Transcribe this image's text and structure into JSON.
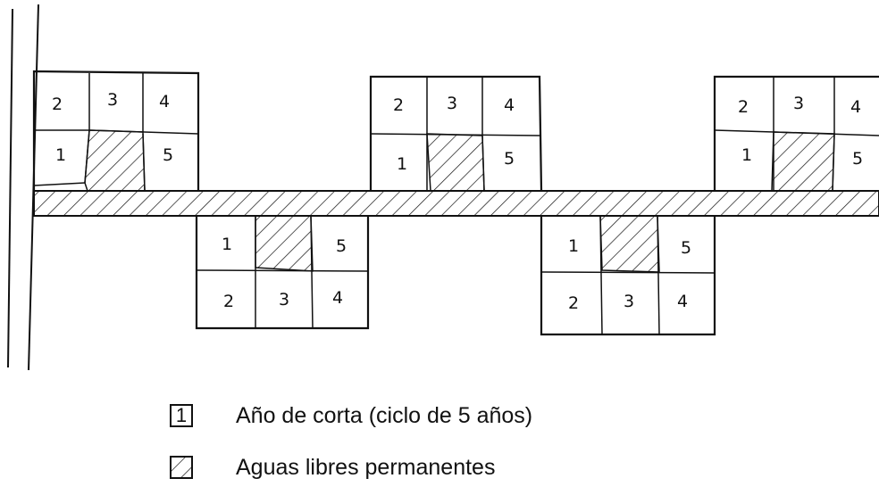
{
  "diagram": {
    "upper_plots": [
      {
        "top_row": [
          "2",
          "3",
          "4"
        ],
        "left": "1",
        "right": "5"
      },
      {
        "top_row": [
          "2",
          "3",
          "4"
        ],
        "left": "1",
        "right": "5"
      },
      {
        "top_row": [
          "2",
          "3",
          "4"
        ],
        "left": "1",
        "right": "5"
      }
    ],
    "lower_plots": [
      {
        "left": "1",
        "right": "5",
        "bottom_row": [
          "2",
          "3",
          "4"
        ]
      },
      {
        "left": "1",
        "right": "5",
        "bottom_row": [
          "2",
          "3",
          "4"
        ]
      }
    ]
  },
  "legend": {
    "items": [
      {
        "symbol": "1",
        "label": "Año de corta (ciclo de 5 años)"
      },
      {
        "symbol": "hatch",
        "label": "Aguas libres permanentes"
      }
    ]
  }
}
